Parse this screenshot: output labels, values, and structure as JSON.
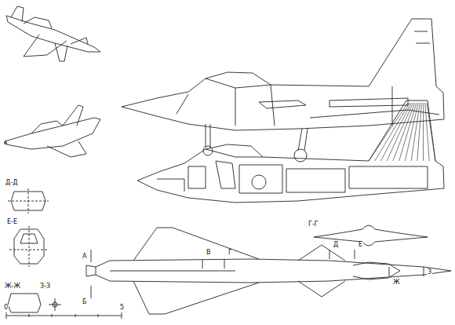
{
  "diagram": {
    "labels": [
      "Д-Д",
      "Е-Е",
      "Г-Г",
      "Ж-Ж",
      "З-З",
      "А",
      "Б",
      "В",
      "Г",
      "Д",
      "Е",
      "Ж",
      "З",
      "0",
      "5"
    ]
  }
}
